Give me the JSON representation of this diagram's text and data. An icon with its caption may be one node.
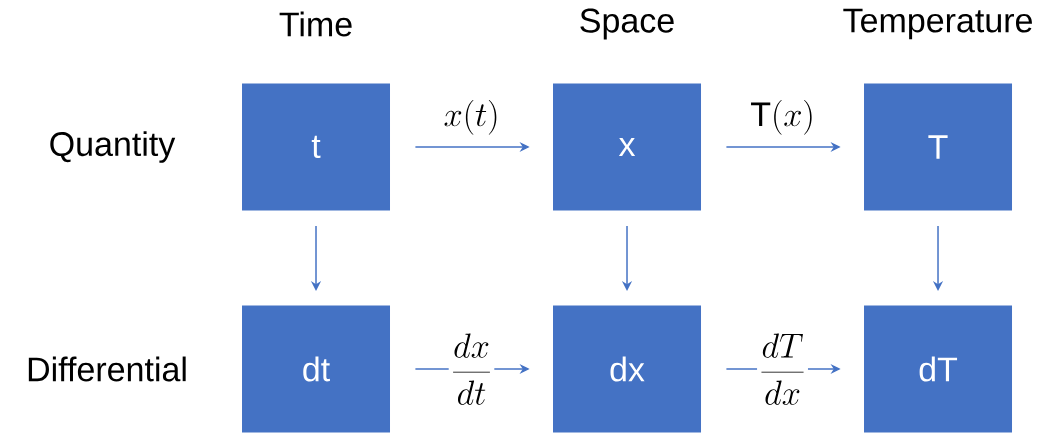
{
  "diagram": {
    "nodes": [
      {
        "text": [
          "t"
        ]
      },
      {
        "text": [
          "x"
        ]
      },
      {
        "text": [
          "T"
        ]
      },
      {
        "text": [
          "dt"
        ]
      },
      {
        "text": [
          "dx"
        ]
      },
      {
        "text": [
          "dT"
        ]
      }
    ],
    "edges": [
      {
        "from": 0,
        "to": 1,
        "arrow": "to",
        "label": "x(t)"
      },
      {
        "from": 1,
        "to": 2,
        "arrow": "to",
        "label": "\\mathrm{T}(x)"
      },
      {
        "from": 0,
        "to": 3,
        "arrow": "to"
      },
      {
        "from": 1,
        "to": 4,
        "arrow": "to"
      },
      {
        "from": 2,
        "to": 5,
        "arrow": "to"
      },
      {
        "from": 3,
        "to": 4,
        "arrow": "to",
        "label": "\\frac{dx}{dt}"
      },
      {
        "from": 4,
        "to": 5,
        "arrow": "to",
        "label": "\\frac{dT}{dx}"
      }
    ],
    "labels": [
      "Time",
      "Space",
      "Temperature",
      "Quantity",
      "Differential"
    ]
  }
}
